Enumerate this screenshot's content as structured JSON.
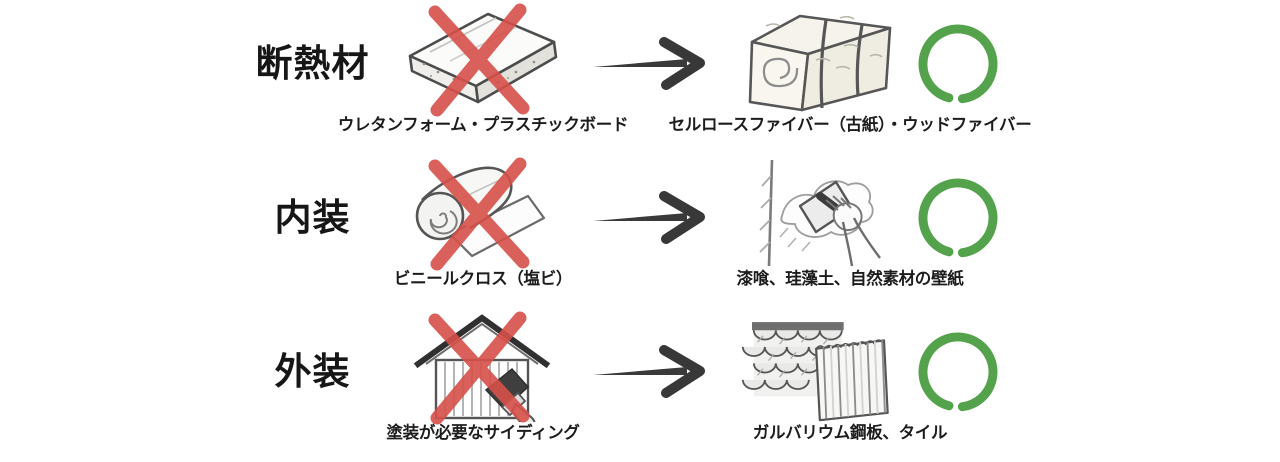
{
  "page": {
    "background_color": "#ffffff",
    "description": "Hand-drawn comparison diagram of discouraged vs recommended building materials"
  },
  "colors": {
    "cross_red": "#d7504a",
    "circle_green": "#54a24b",
    "arrow_dark": "#3a3a3a",
    "sketch_outline": "#4c4c4c",
    "text": "#1c1c1c"
  },
  "icons": {
    "bad_mark": "red-cross-icon",
    "good_mark": "green-circle-icon",
    "flow": "hand-drawn-right-arrow-icon"
  },
  "rows": [
    {
      "category": "断熱材",
      "bad": {
        "icon": "insulation-board-sketch-icon",
        "label": "ウレタンフォーム・プラスチックボード",
        "mark": "cross"
      },
      "good": {
        "icon": "fiber-bale-sketch-icon",
        "label": "セルロースファイバー（古紙）・ウッドファイバー",
        "mark": "circle"
      }
    },
    {
      "category": "内装",
      "bad": {
        "icon": "vinyl-cloth-roll-sketch-icon",
        "label": "ビニールクロス（塩ビ）",
        "mark": "cross"
      },
      "good": {
        "icon": "plastering-hand-sketch-icon",
        "label": "漆喰、珪藻土、自然素材の壁紙",
        "mark": "circle"
      }
    },
    {
      "category": "外装",
      "bad": {
        "icon": "house-siding-paintbrush-sketch-icon",
        "label": "塗装が必要なサイディング",
        "mark": "cross"
      },
      "good": {
        "icon": "metal-roof-and-tile-sketch-icon",
        "label": "ガルバリウム鋼板、タイル",
        "mark": "circle"
      }
    }
  ]
}
